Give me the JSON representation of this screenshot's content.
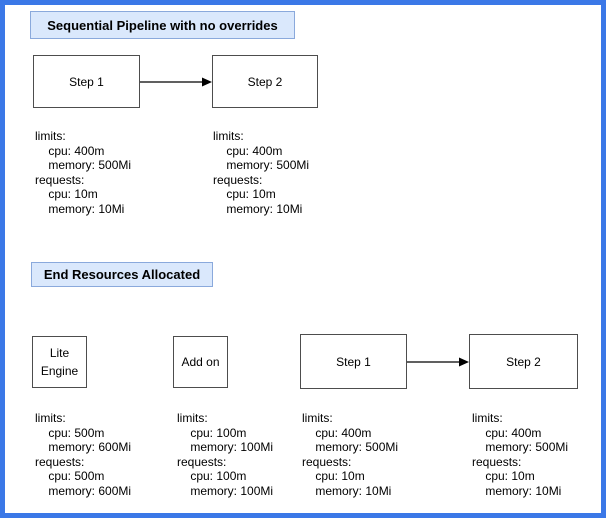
{
  "colors": {
    "frame_color": "#3b78e7",
    "background": "#ffffff",
    "title_fill": "#dae8fc",
    "title_border": "#8aa9dc",
    "node_border": "#4d4d4d",
    "text_color": "#000000"
  },
  "section1": {
    "title": "Sequential Pipeline with no overrides",
    "node1": "Step 1",
    "node2": "Step 2",
    "res1": [
      "limits:",
      "    cpu: 400m",
      "    memory: 500Mi",
      "requests:",
      "    cpu: 10m",
      "    memory: 10Mi"
    ],
    "res2": [
      "limits:",
      "    cpu: 400m",
      "    memory: 500Mi",
      "requests:",
      "    cpu: 10m",
      "    memory: 10Mi"
    ]
  },
  "section2": {
    "title": "End Resources Allocated",
    "node1": "Lite Engine",
    "node2": "Add on",
    "node3": "Step 1",
    "node4": "Step 2",
    "res1": [
      "limits:",
      "    cpu: 500m",
      "    memory: 600Mi",
      "requests:",
      "    cpu: 500m",
      "    memory: 600Mi"
    ],
    "res2": [
      "limits:",
      "    cpu: 100m",
      "    memory: 100Mi",
      "requests:",
      "    cpu: 100m",
      "    memory: 100Mi"
    ],
    "res3": [
      "limits:",
      "    cpu: 400m",
      "    memory: 500Mi",
      "requests:",
      "    cpu: 10m",
      "    memory: 10Mi"
    ],
    "res4": [
      "limits:",
      "    cpu: 400m",
      "    memory: 500Mi",
      "requests:",
      "    cpu: 10m",
      "    memory: 10Mi"
    ]
  }
}
